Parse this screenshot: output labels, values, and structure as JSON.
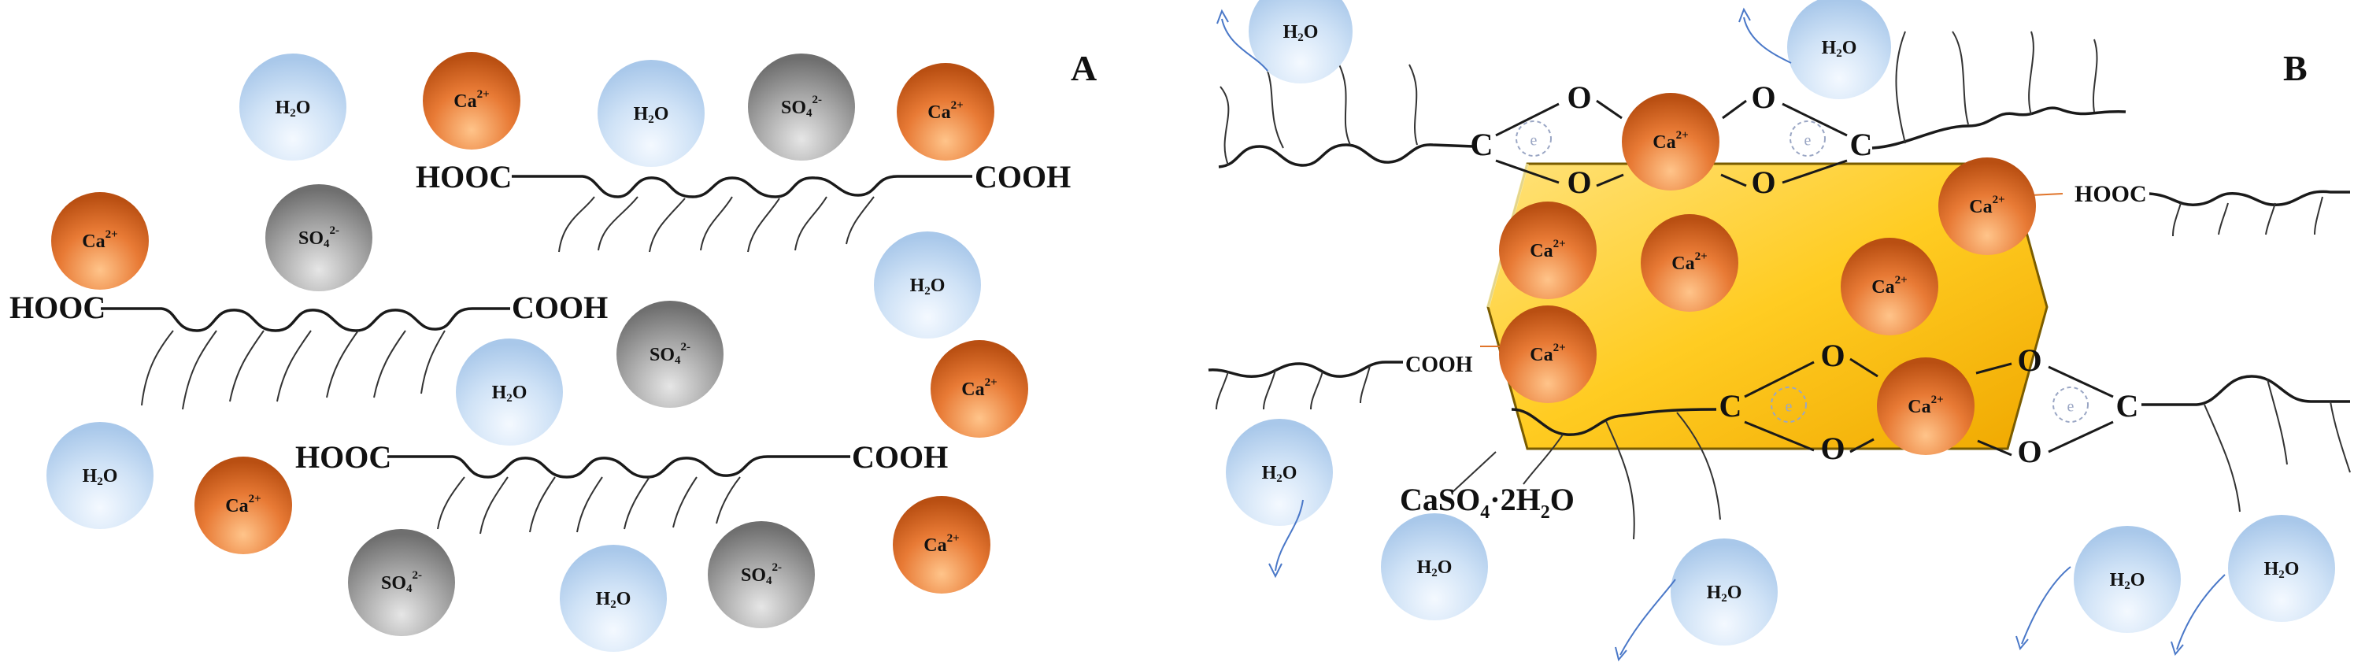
{
  "panels": {
    "a": "A",
    "b": "B"
  },
  "species": {
    "h2o": {
      "main": "H",
      "sub": "2",
      "tail": "O"
    },
    "ca": {
      "main": "Ca",
      "sup": "2+"
    },
    "so4": {
      "main": "SO",
      "sub": "4",
      "sup": "2-"
    }
  },
  "groups": {
    "hooc": "HOOC",
    "cooh": "COOH"
  },
  "atoms": {
    "c": "C",
    "o": "O",
    "charge_mark": "e"
  },
  "crystal": {
    "main": "CaSO",
    "sub1": "4",
    "mid": "·2H",
    "sub2": "2",
    "tail": "O"
  },
  "colors": {
    "h2o": "#bcd7f0",
    "ca": "#e0742a",
    "so4": "#8c8c8c",
    "crystal": "#ffc20e",
    "arrow": "#4a78c8"
  }
}
